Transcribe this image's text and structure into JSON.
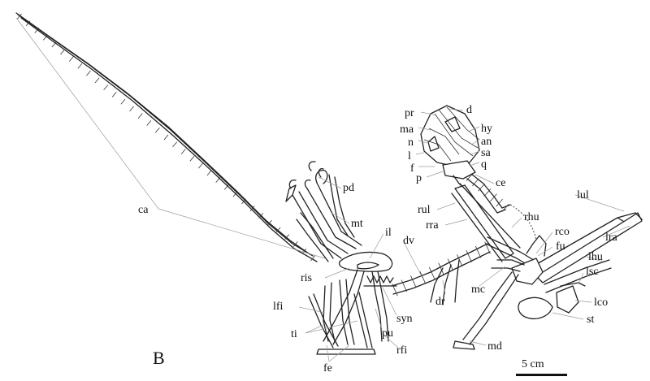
{
  "panel_letter": "B",
  "scale_bar": {
    "label": "5 cm"
  },
  "labels": {
    "pr": "pr",
    "d": "d",
    "ma": "ma",
    "hy": "hy",
    "n": "n",
    "an": "an",
    "l": "l",
    "sa": "sa",
    "f": "f",
    "q": "q",
    "p": "p",
    "ce": "ce",
    "pd": "pd",
    "ca": "ca",
    "mt": "mt",
    "il": "il",
    "dv": "dv",
    "rul": "rul",
    "rra": "rra",
    "rhu": "rhu",
    "rco": "rco",
    "fu": "fu",
    "lul": "lul",
    "lra": "lra",
    "lhu": "lhu",
    "lsc": "lsc",
    "ris": "ris",
    "lfi": "lfi",
    "mc": "mc",
    "dr": "dr",
    "syn": "syn",
    "ti": "ti",
    "pu": "pu",
    "rfi": "rfi",
    "lco": "lco",
    "st": "st",
    "md": "md",
    "fe": "fe"
  }
}
